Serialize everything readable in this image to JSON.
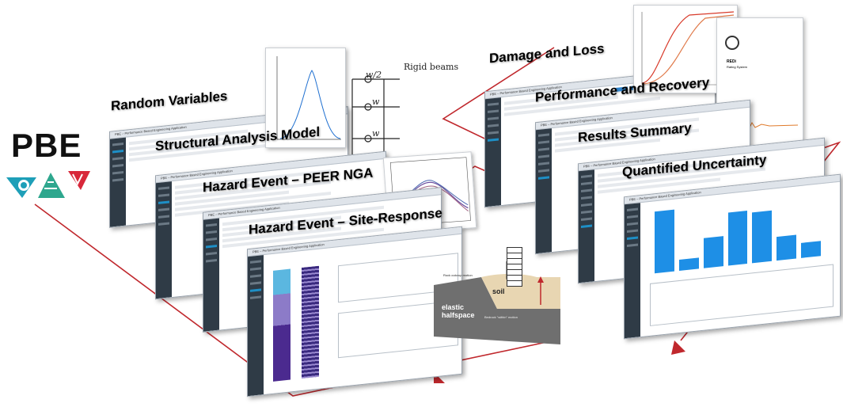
{
  "logo": {
    "text": "PBE",
    "colors": {
      "teal": "#1e9fb8",
      "green": "#2ea78e",
      "red": "#d8283a"
    }
  },
  "stages": [
    {
      "id": "random-variables",
      "label": "Random Variables"
    },
    {
      "id": "structural-analysis-model",
      "label": "Structural Analysis Model"
    },
    {
      "id": "hazard-event-peer-nga",
      "label": "Hazard Event – PEER NGA"
    },
    {
      "id": "hazard-event-site-response",
      "label": "Hazard Event – Site-Response"
    },
    {
      "id": "damage-and-loss",
      "label": "Damage and Loss"
    },
    {
      "id": "performance-and-recovery",
      "label": "Performance and Recovery"
    },
    {
      "id": "results-summary",
      "label": "Results Summary"
    },
    {
      "id": "quantified-uncertainty",
      "label": "Quantified Uncertainty"
    }
  ],
  "window_title": "PBE – Performance Based Engineering Application",
  "structural_frame": {
    "top_load": "w/2",
    "mid_load": "w",
    "bottom_load": "w",
    "label": "Rigid beams"
  },
  "site_response": {
    "soil": "soil",
    "elastic_halfspace": "elastic\nhalfspace",
    "rock_outcrop": "Rock outcrop motion",
    "bedrock": "Bedrock \"within\" motion"
  },
  "rating_doc": {
    "title": "REDi",
    "subtitle": "Rating System"
  },
  "uncertainty_chart": {
    "values": [
      0.98,
      0.18,
      0.48,
      0.84,
      0.8,
      0.38,
      0.24
    ]
  },
  "colors": {
    "flow_line": "#c0282d",
    "accent_blue": "#1e8fe6",
    "sidebar": "#2f3b46"
  }
}
